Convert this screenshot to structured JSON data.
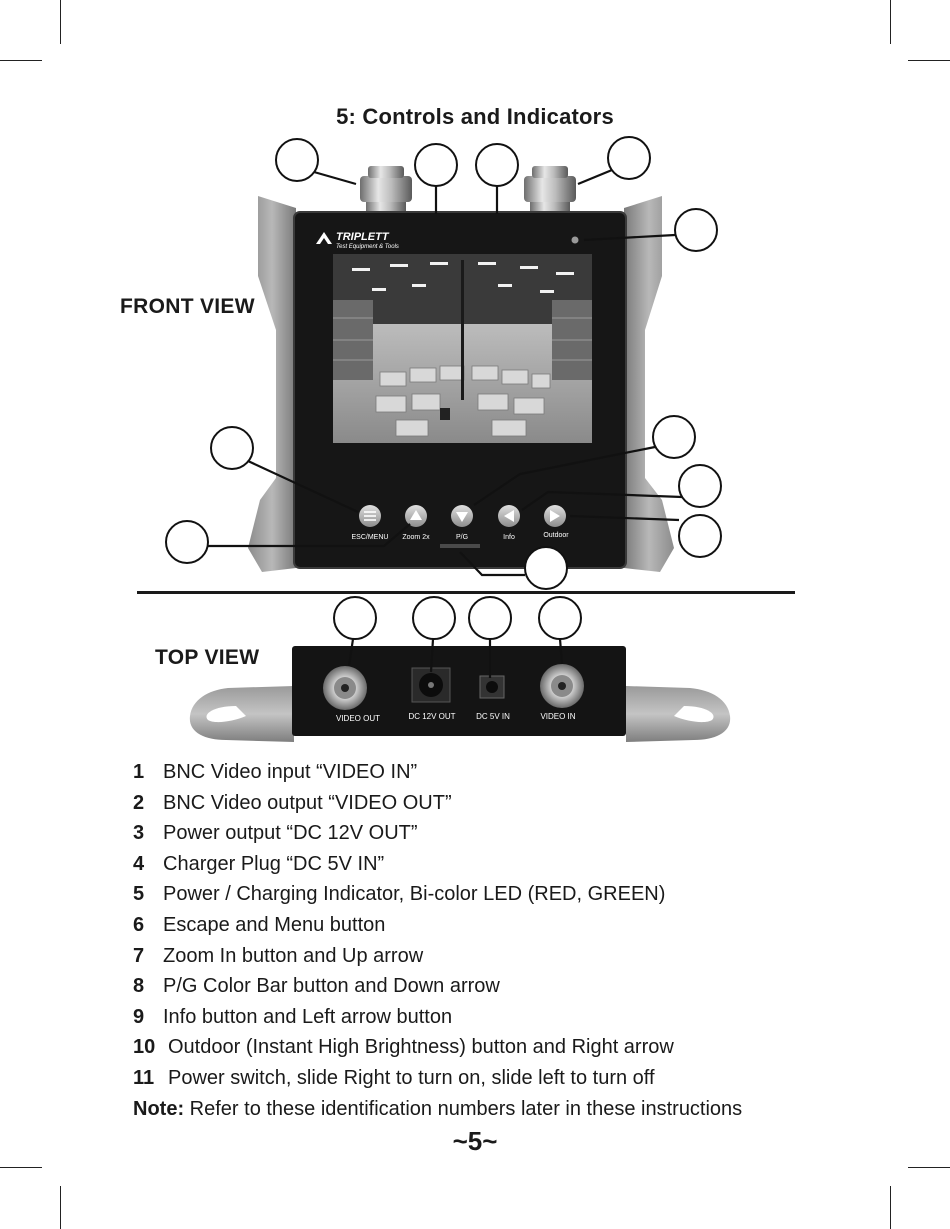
{
  "page_title": "5: Controls and Indicators",
  "front_view_label": "FRONT VIEW",
  "top_view_label": "TOP VIEW",
  "device": {
    "brand_name": "TRIPLETT",
    "brand_tagline": "Test Equipment & Tools",
    "front_buttons": [
      "ESC/MENU",
      "Zoom 2x",
      "P/G",
      "Info",
      "Outdoor"
    ],
    "top_ports": [
      "VIDEO OUT",
      "DC 12V OUT",
      "DC 5V IN",
      "VIDEO IN"
    ]
  },
  "items": [
    {
      "num": "1",
      "text": "BNC Video input “VIDEO IN”"
    },
    {
      "num": "2",
      "text": "BNC Video output “VIDEO OUT”"
    },
    {
      "num": "3",
      "text": "Power output “DC 12V OUT”"
    },
    {
      "num": "4",
      "text": "Charger Plug “DC 5V IN”"
    },
    {
      "num": "5",
      "text": "Power / Charging Indicator, Bi-color LED (RED, GREEN)"
    },
    {
      "num": "6",
      "text": "Escape and Menu button"
    },
    {
      "num": "7",
      "text": "Zoom In button and Up arrow"
    },
    {
      "num": "8",
      "text": "P/G Color Bar button and Down arrow"
    },
    {
      "num": "9",
      "text": "Info button and Left arrow button"
    },
    {
      "num": "10",
      "text": "Outdoor (Instant High Brightness) button and Right arrow"
    },
    {
      "num": "11",
      "text": "Power switch, slide Right to turn on, slide left to turn off"
    }
  ],
  "note": {
    "label": "Note:",
    "text": "Refer to these identification numbers later in these instructions"
  },
  "page_number": "~5~"
}
